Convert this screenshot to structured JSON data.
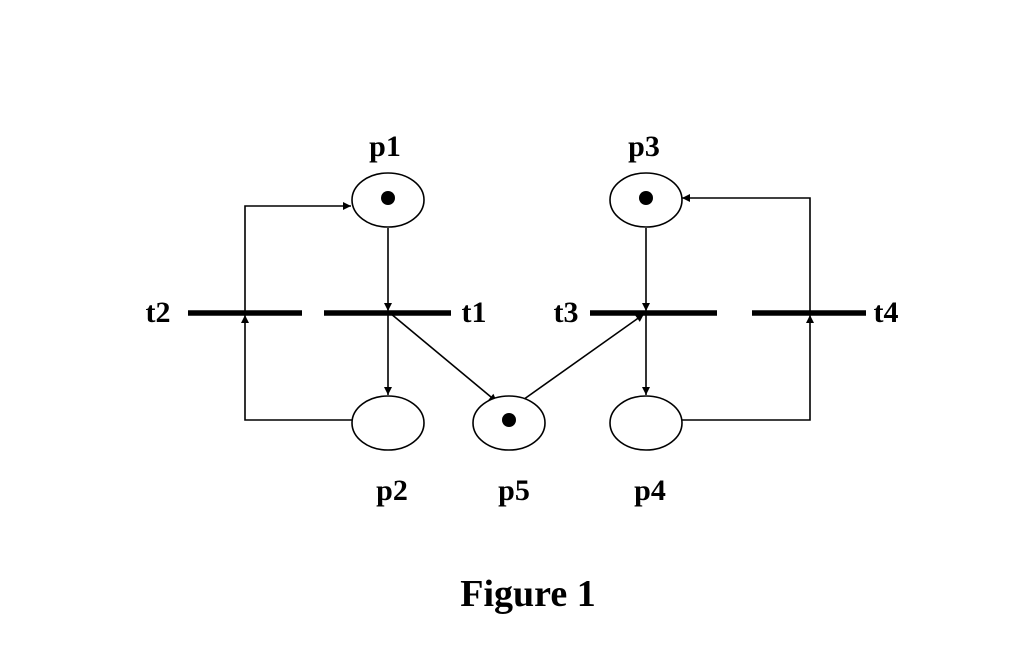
{
  "diagram": {
    "places": [
      {
        "id": "p1",
        "label": "p1",
        "tokens": 1
      },
      {
        "id": "p2",
        "label": "p2",
        "tokens": 0
      },
      {
        "id": "p3",
        "label": "p3",
        "tokens": 1
      },
      {
        "id": "p4",
        "label": "p4",
        "tokens": 0
      },
      {
        "id": "p5",
        "label": "p5",
        "tokens": 1
      }
    ],
    "transitions": [
      {
        "id": "t1",
        "label": "t1"
      },
      {
        "id": "t2",
        "label": "t2"
      },
      {
        "id": "t3",
        "label": "t3"
      },
      {
        "id": "t4",
        "label": "t4"
      }
    ],
    "arcs": [
      {
        "from": "p1",
        "to": "t1"
      },
      {
        "from": "t1",
        "to": "p2"
      },
      {
        "from": "t1",
        "to": "p5"
      },
      {
        "from": "p2",
        "to": "t2"
      },
      {
        "from": "t2",
        "to": "p1"
      },
      {
        "from": "p3",
        "to": "t3"
      },
      {
        "from": "p5",
        "to": "t3"
      },
      {
        "from": "t3",
        "to": "p4"
      },
      {
        "from": "p4",
        "to": "t4"
      },
      {
        "from": "t4",
        "to": "p3"
      }
    ],
    "caption": "Figure 1"
  }
}
